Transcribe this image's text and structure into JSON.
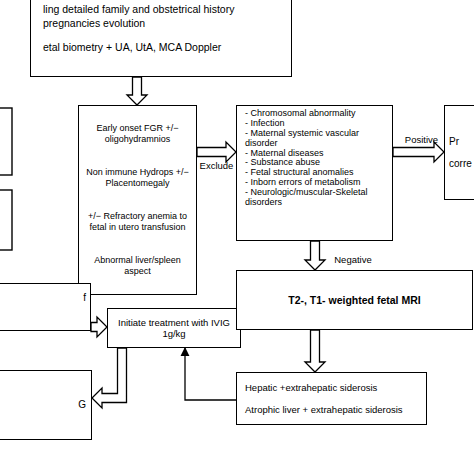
{
  "diagram": {
    "nodes": [
      {
        "text": [
          "ling detailed family and obstetrical history",
          "pregnancies evolution",
          "etal biometry + UA, UtA, MCA Doppler"
        ]
      },
      {
        "text": [
          "Early onset FGR +/− oligohydramnios",
          "Non immune Hydrops +/− Placentomegaly",
          "+/− Refractory anemia to fetal in utero transfusion",
          "Abnormal liver/spleen aspect"
        ]
      },
      {
        "text": [
          "- Chromosomal abnormality",
          "- Infection",
          "- Maternal systemic vascular disorder",
          "- Maternal diseases",
          "- Substance abuse",
          "- Fetal structural anomalies",
          "- Inborn errors of metabolism",
          "- Neurologic/muscular-Skeletal disorders"
        ]
      },
      {
        "text": [
          "Pr corre"
        ]
      },
      {
        "text": [
          "f"
        ]
      },
      {
        "text": [
          "Initiate treatment with IVIG 1g/kg"
        ]
      },
      {
        "text": [
          "T2-, T1- weighted fetal MRI"
        ]
      },
      {
        "text": [
          "G"
        ]
      },
      {
        "text": [
          "Hepatic +extrahepatic siderosis",
          "Atrophic liver + extrahepatic siderosis"
        ]
      }
    ],
    "edges": [
      {
        "from": 0,
        "to": 1,
        "arrow": "to"
      },
      {
        "from": 1,
        "to": 2,
        "label": "Exclude",
        "arrow": "to"
      },
      {
        "from": 2,
        "to": 3,
        "label": "Positive",
        "arrow": "to"
      },
      {
        "from": 2,
        "to": 6,
        "label": "Negative",
        "arrow": "to"
      },
      {
        "from": 6,
        "to": 8,
        "arrow": "to"
      },
      {
        "from": 8,
        "to": 5,
        "arrow": "to"
      },
      {
        "from": 4,
        "to": 5,
        "arrow": "to"
      },
      {
        "from": 5,
        "to": 7,
        "arrow": "to"
      }
    ]
  }
}
